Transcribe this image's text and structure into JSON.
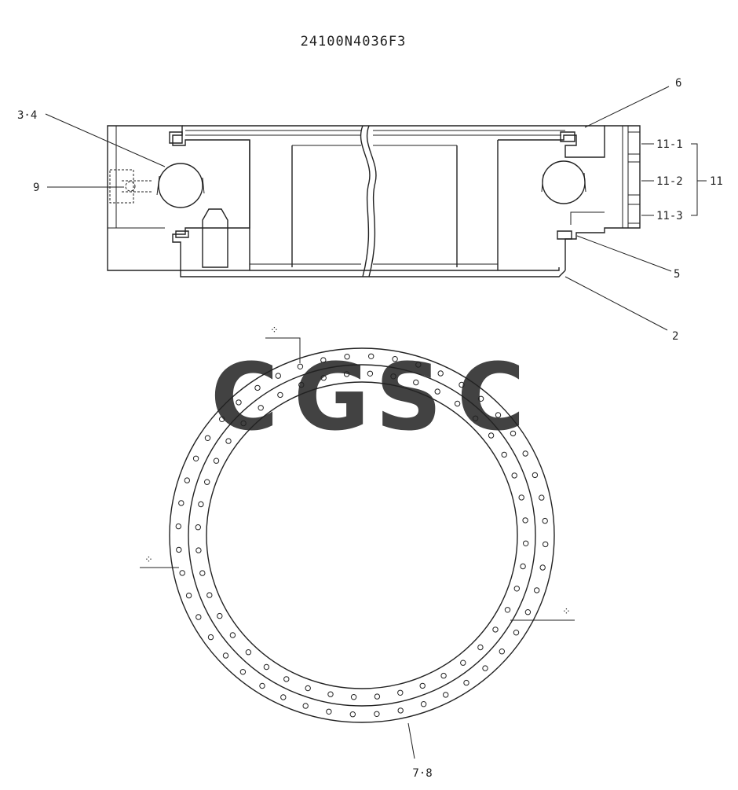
{
  "drawing_number": "24100N4036F3",
  "callouts": {
    "c34": "3·4",
    "c9": "9",
    "c6": "6",
    "c11_1": "11-1",
    "c11_2": "11-2",
    "c11_3": "11-3",
    "c11": "11",
    "c5": "5",
    "c2": "2",
    "c78": "7·8"
  },
  "marker_symbol": "⁘",
  "watermark": {
    "letters": [
      "C",
      "G",
      "S",
      "C"
    ],
    "colors": [
      "#4f8ff7",
      "#f47a6f",
      "#f8d24a",
      "#5fb98a"
    ]
  },
  "bolt_circles": {
    "outer_hole_count": 48,
    "inner_hole_count": 44
  }
}
